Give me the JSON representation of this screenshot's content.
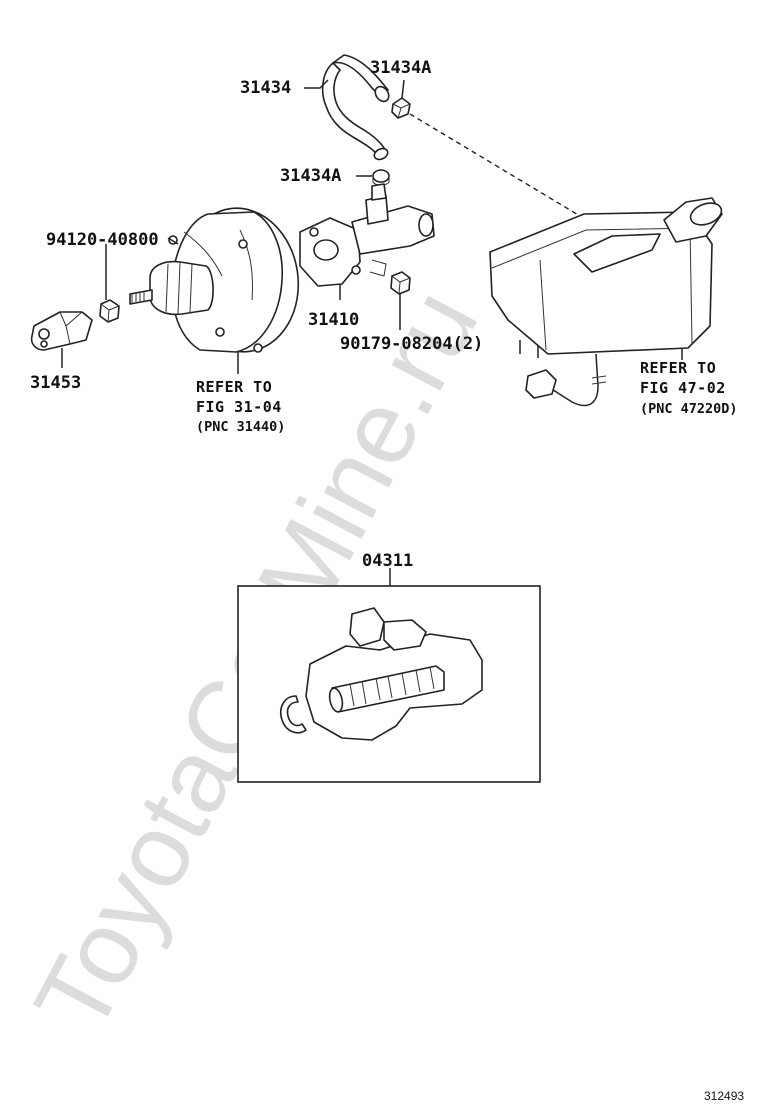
{
  "watermark": "ToyotaCarMine.ru",
  "figure_number": "312493",
  "parts": {
    "p31434": "31434",
    "p31434a_top": "31434A",
    "p31434a_mid": "31434A",
    "p94120": "94120-40800",
    "p31453": "31453",
    "p31410": "31410",
    "p90179": "90179-08204(2)",
    "p04311": "04311"
  },
  "references": {
    "booster": {
      "line1": "REFER TO",
      "line2": "FIG 31-04",
      "line3": "(PNC 31440)"
    },
    "reservoir": {
      "line1": "REFER TO",
      "line2": "FIG 47-02",
      "line3": "(PNC 47220D)"
    }
  }
}
